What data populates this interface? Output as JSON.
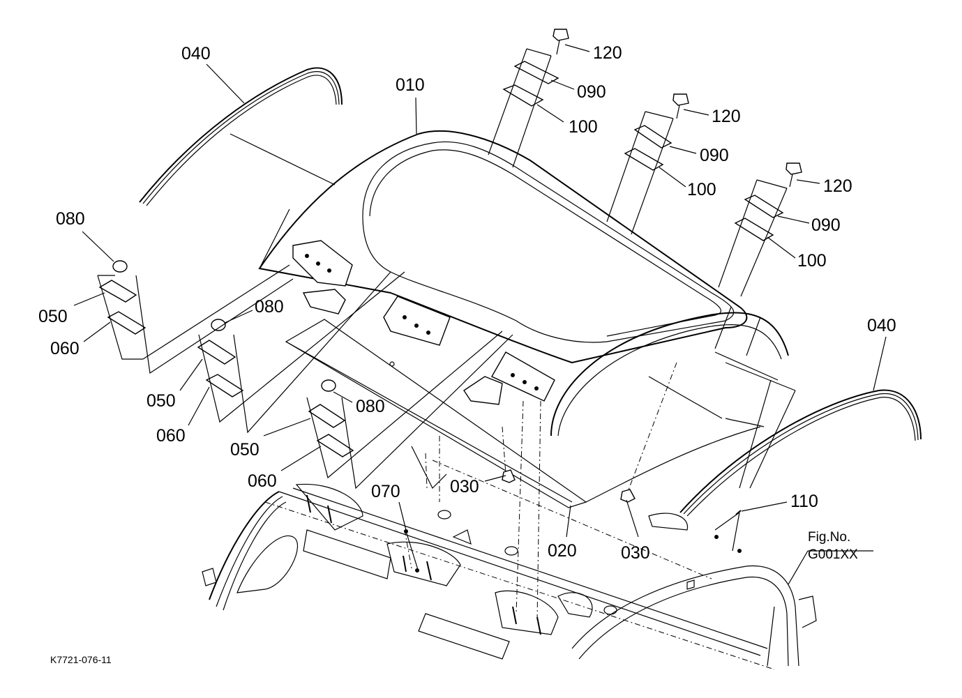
{
  "diagram": {
    "parts": {
      "p010": "010",
      "p020": "020",
      "p030a": "030",
      "p030b": "030",
      "p040a": "040",
      "p040b": "040",
      "p050a": "050",
      "p050b": "050",
      "p050c": "050",
      "p060a": "060",
      "p060b": "060",
      "p060c": "060",
      "p070": "070",
      "p080a": "080",
      "p080b": "080",
      "p080c": "080",
      "p090a": "090",
      "p090b": "090",
      "p090c": "090",
      "p100a": "100",
      "p100b": "100",
      "p100c": "100",
      "p110": "110",
      "p120a": "120",
      "p120b": "120",
      "p120c": "120"
    },
    "figure": {
      "label_line1": "Fig.No.",
      "label_line2": "G001XX"
    },
    "drawing_code": "K7721-076-11"
  }
}
